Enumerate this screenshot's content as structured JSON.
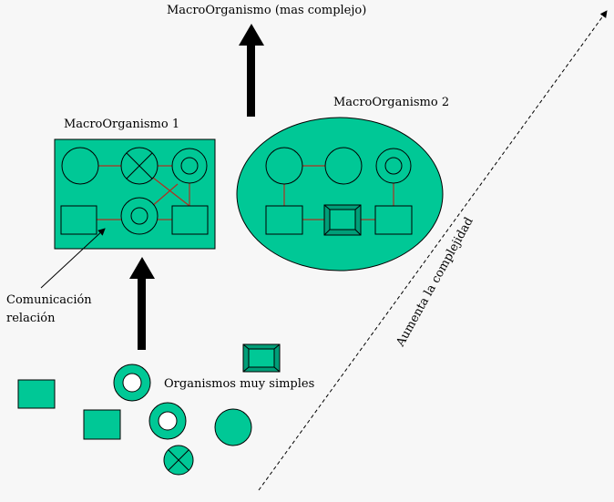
{
  "colors": {
    "background": "#f7f7f7",
    "fill": "#00c896",
    "stroke": "#000000",
    "link": "#b03020",
    "arrow": "#000000"
  },
  "labels": {
    "top_title": "MacroOrganismo (mas complejo)",
    "macro1": "MacroOrganismo 1",
    "macro2": "MacroOrganismo 2",
    "comm_line1": "Comunicación",
    "comm_line2": "relación",
    "simple": "Organismos muy simples",
    "complexity": "Aumenta la complejidad"
  },
  "icons": {
    "circle": "circle-icon",
    "crossed_circle": "crossed-circle-icon",
    "ring": "ring-icon",
    "square": "square-icon",
    "beveled_square": "beveled-square-icon"
  }
}
